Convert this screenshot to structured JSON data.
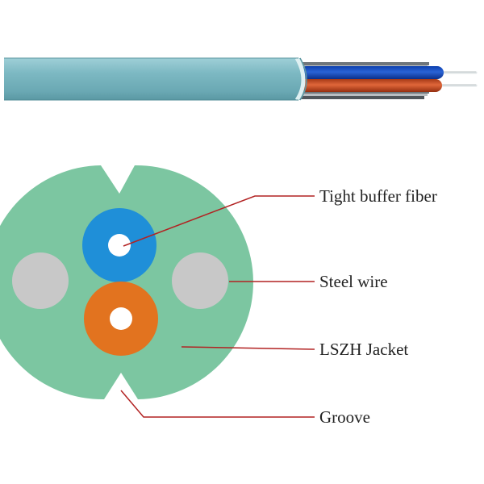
{
  "labels": {
    "tight_buffer_fiber": "Tight buffer fiber",
    "steel_wire": "Steel wire",
    "lszh_jacket": "LSZH Jacket",
    "groove": "Groove"
  },
  "colors": {
    "cable_jacket": "#7ab8c2",
    "cross_section_jacket": "#7cc6a1",
    "blue_fiber": "#1f8fd8",
    "orange_fiber": "#e2731f",
    "steel_wire": "#c8c8c8",
    "leader_line": "#b22222"
  }
}
